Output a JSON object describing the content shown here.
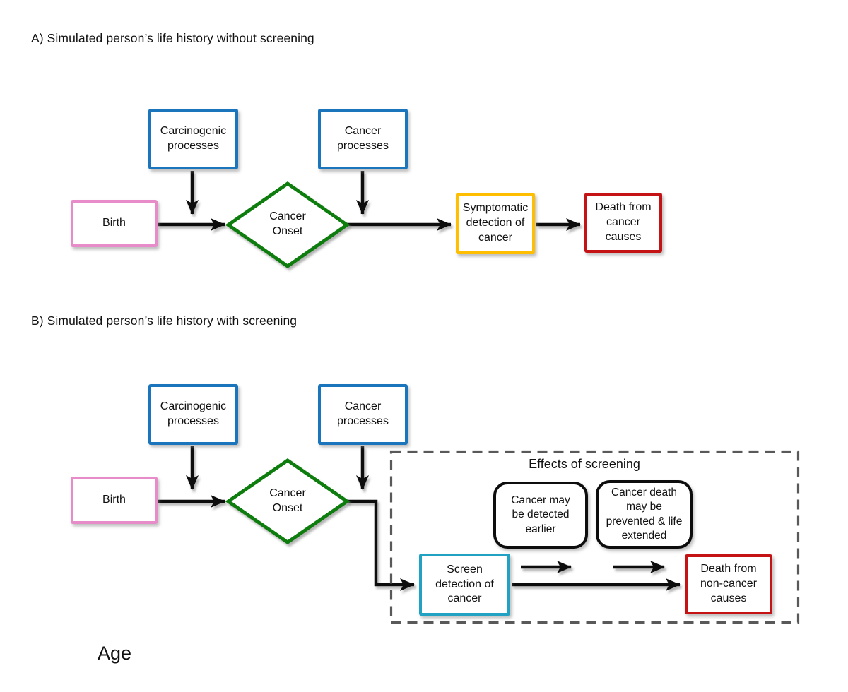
{
  "colors": {
    "blue_border": "#1B75BC",
    "pink_border": "#E78BC9",
    "green_border": "#117D11",
    "gold_border": "#FFBE00",
    "red_border": "#C51214",
    "cyan_border": "#21A2C3",
    "dashed_gray": "#595959",
    "arrow_black": "#0D0D0D"
  },
  "panel_a": {
    "title": "A) Simulated person’s life history without screening",
    "carcinogenic": "Carcinogenic\nprocesses",
    "cancer_processes": "Cancer\nprocesses",
    "birth": "Birth",
    "cancer_onset": "Cancer\nOnset",
    "symptomatic_detection": "Symptomatic\ndetection of\ncancer",
    "death_cancer": "Death from\ncancer\ncauses"
  },
  "panel_b": {
    "title": "B) Simulated person’s life history with screening",
    "carcinogenic": "Carcinogenic\nprocesses",
    "cancer_processes": "Cancer\nprocesses",
    "birth": "Birth",
    "cancer_onset": "Cancer\nOnset",
    "effects_title": "Effects of screening",
    "effect_detected_earlier": "Cancer may\nbe detected\nearlier",
    "effect_death_prevented": "Cancer death\nmay be\nprevented & life\nextended",
    "screen_detection": "Screen\ndetection of\ncancer",
    "death_noncancer": "Death from\nnon-cancer\ncauses"
  },
  "axis": {
    "label": "Age"
  }
}
